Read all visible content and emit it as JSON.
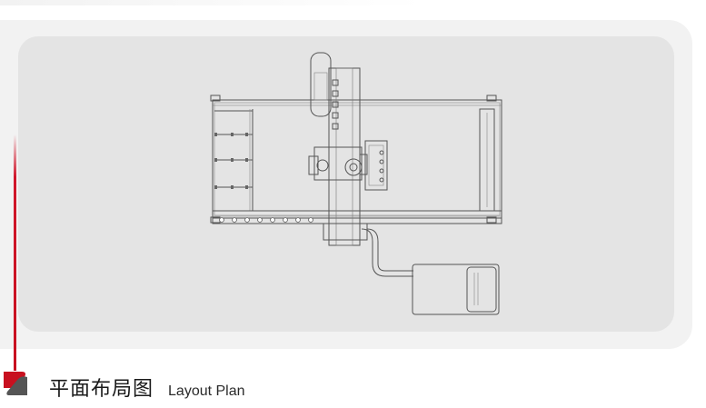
{
  "caption": {
    "title_zh": "平面布局图",
    "title_en": "Layout Plan"
  },
  "drawing": {
    "name": "machine-layout-plan",
    "style": "technical line drawing"
  },
  "icons": {
    "logo": "brand-swoosh-icon"
  },
  "colors": {
    "accent_red": "#c8101f",
    "line_gray": "#555555",
    "panel_bg": "#e4e4e4"
  }
}
